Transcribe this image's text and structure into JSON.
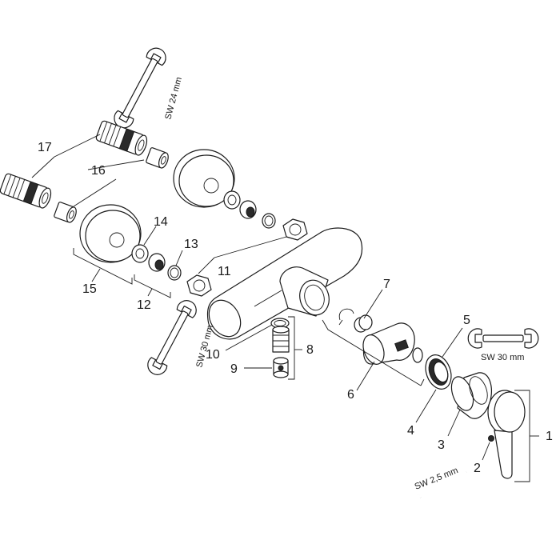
{
  "callouts": [
    "1",
    "2",
    "3",
    "4",
    "5",
    "6",
    "7",
    "8",
    "9",
    "10",
    "11",
    "12",
    "13",
    "14",
    "15",
    "16",
    "17"
  ],
  "tools": {
    "wrench_top": "SW 24 mm",
    "wrench_left": "SW 30 mm",
    "wrench_right": "SW 30 mm",
    "hex_key": "SW 2,5 mm"
  }
}
